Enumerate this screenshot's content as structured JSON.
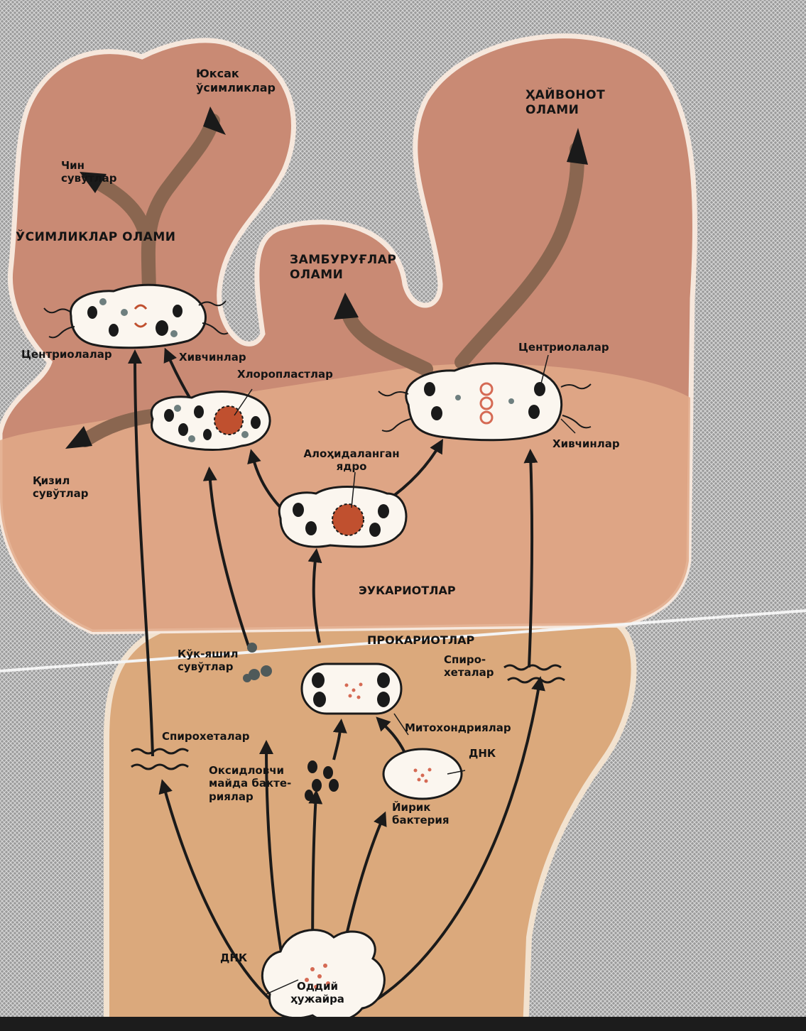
{
  "colors": {
    "kingdom_fill": "#c98a74",
    "prokaryote_fill": "#dba97c",
    "eukaryote_fill": "#e2a988",
    "arrow_dark": "#1a1a1a",
    "arrow_brown": "#8a6650",
    "nucleus": "#c0502f",
    "background": "#8f8f8f"
  },
  "kingdoms": {
    "plants": "ЎСИМЛИКЛАР ОЛАМИ",
    "fungi": "ЗАМБУРУҒЛАР\nОЛАМИ",
    "animals": "ҲАЙВОНОТ\nОЛАМИ"
  },
  "labels": {
    "higher_plants": "Юксак\nўсимликлар",
    "true_algae": "Чин\nсувўтлар",
    "centrioles_left": "Центриолалар",
    "flagella_left": "Хивчинлар",
    "chloroplasts": "Хлоропластлар",
    "red_algae": "Қизил\nсувўтлар",
    "isolated_nucleus": "Алоҳидаланган\nядро",
    "centrioles_right": "Центриолалар",
    "flagella_right": "Хивчинлар",
    "eukaryotes": "ЭУКАРИОТЛАР",
    "prokaryotes": "ПРОКАРИОТЛАР",
    "blue_green_algae": "Кўк-яшил\nсувўтлар",
    "spirochetes_right": "Спиро-\nхеталар",
    "mitochondria": "Митохондриялар",
    "spirochetes_left": "Спирохеталар",
    "oxidizing_bacteria": "Оксидловчи\nмайда бакте-\nриялар",
    "dna_right": "ДНК",
    "large_bacterium": "Йирик\nбактерия",
    "dna_bottom": "ДНК",
    "simple_cell": "Оддий\nҳужайра"
  }
}
